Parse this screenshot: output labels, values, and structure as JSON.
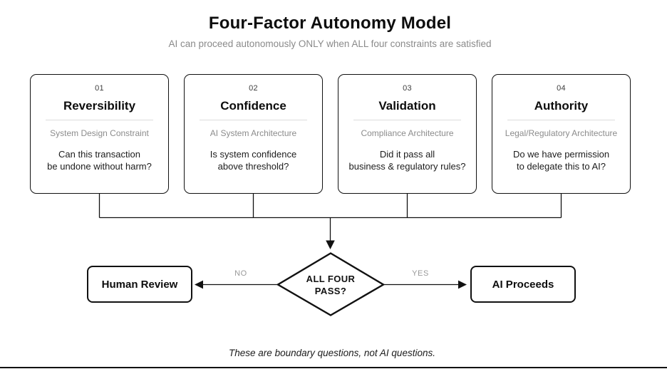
{
  "header": {
    "title": "Four-Factor Autonomy Model",
    "subtitle": "AI can proceed autonomously ONLY when ALL four constraints are satisfied"
  },
  "factors": [
    {
      "number": "01",
      "name": "Reversibility",
      "category": "System Design Constraint",
      "question_line1": "Can this transaction",
      "question_line2": "be undone without harm?"
    },
    {
      "number": "02",
      "name": "Confidence",
      "category": "AI System Architecture",
      "question_line1": "Is system confidence",
      "question_line2": "above threshold?"
    },
    {
      "number": "03",
      "name": "Validation",
      "category": "Compliance Architecture",
      "question_line1": "Did it pass all",
      "question_line2": "business & regulatory rules?"
    },
    {
      "number": "04",
      "name": "Authority",
      "category": "Legal/Regulatory Architecture",
      "question_line1": "Do we have permission",
      "question_line2": "to delegate this to AI?"
    }
  ],
  "decision": {
    "line1": "ALL FOUR",
    "line2": "PASS?"
  },
  "branches": {
    "no_label": "NO",
    "yes_label": "YES",
    "no_target": "Human Review",
    "yes_target": "AI Proceeds"
  },
  "footer": {
    "caption": "These are boundary questions, not AI questions."
  },
  "colors": {
    "line": "#111111",
    "muted_text": "#8c8c8c",
    "label_gray": "#999999",
    "divider": "#dddddd",
    "background": "#ffffff"
  }
}
